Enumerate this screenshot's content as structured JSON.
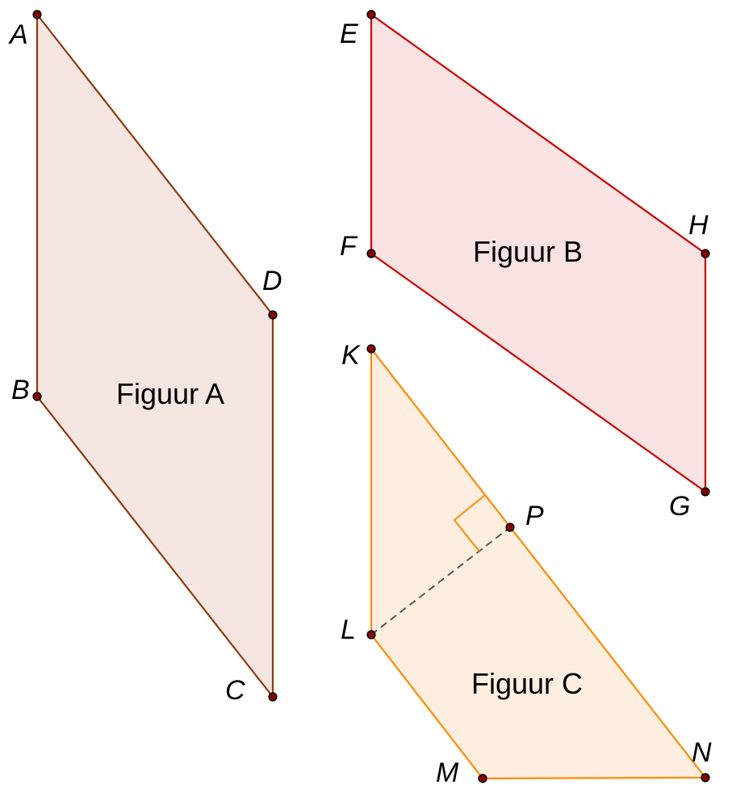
{
  "figures": {
    "a": {
      "label": "Figuur A",
      "stroke": "#8b3a0f",
      "fill": "#f5e6e1",
      "points": {
        "A": "A",
        "B": "B",
        "C": "C",
        "D": "D"
      }
    },
    "b": {
      "label": "Figuur B",
      "stroke": "#cc0000",
      "fill": "#f9e2e2",
      "points": {
        "E": "E",
        "F": "F",
        "G": "G",
        "H": "H"
      }
    },
    "c": {
      "label": "Figuur C",
      "stroke": "#ff8c00",
      "fill": "#fdeee0",
      "points": {
        "K": "K",
        "L": "L",
        "M": "M",
        "N": "N",
        "P": "P"
      }
    }
  },
  "colors": {
    "vertex_fill": "#8b0000",
    "height_line": "#555555"
  }
}
